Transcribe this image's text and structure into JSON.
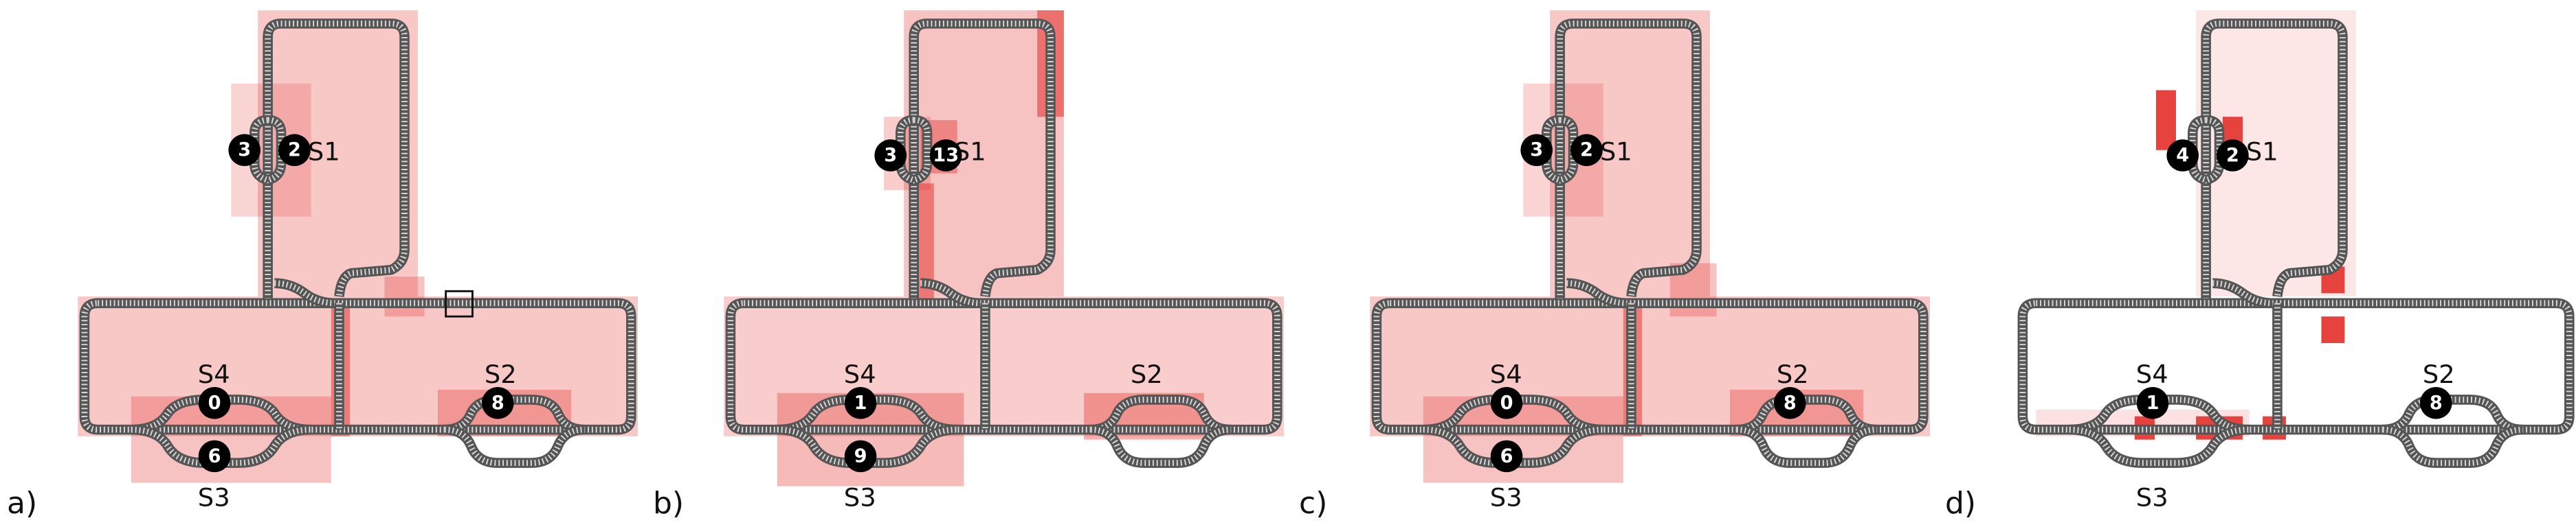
{
  "panels": [
    {
      "label": "a)",
      "trains": [
        {
          "id": "train-3",
          "number": "3"
        },
        {
          "id": "train-2",
          "number": "2"
        },
        {
          "id": "train-0",
          "number": "0"
        },
        {
          "id": "train-6",
          "number": "6"
        },
        {
          "id": "train-8",
          "number": "8"
        }
      ],
      "highlight_color": "#e53935",
      "has_marker_box": true
    },
    {
      "label": "b)",
      "trains": [
        {
          "id": "train-3",
          "number": "3"
        },
        {
          "id": "train-13",
          "number": "13"
        },
        {
          "id": "train-1",
          "number": "1"
        },
        {
          "id": "train-9",
          "number": "9"
        }
      ],
      "highlight_color": "#e53935",
      "has_marker_box": false
    },
    {
      "label": "c)",
      "trains": [
        {
          "id": "train-3",
          "number": "3"
        },
        {
          "id": "train-2",
          "number": "2"
        },
        {
          "id": "train-0",
          "number": "0"
        },
        {
          "id": "train-6",
          "number": "6"
        },
        {
          "id": "train-8",
          "number": "8"
        }
      ],
      "highlight_color": "#e53935",
      "has_marker_box": false
    },
    {
      "label": "d)",
      "trains": [
        {
          "id": "train-4",
          "number": "4"
        },
        {
          "id": "train-2",
          "number": "2"
        },
        {
          "id": "train-1",
          "number": "1"
        },
        {
          "id": "train-8",
          "number": "8"
        }
      ],
      "highlight_color": "#e53935",
      "has_marker_box": false
    }
  ],
  "stations": {
    "s1": "S1",
    "s2": "S2",
    "s3": "S3",
    "s4": "S4"
  },
  "colors": {
    "rail": "#555555",
    "tie": "#d8d8d8",
    "highlight": "#e53935",
    "train": "#000000"
  }
}
